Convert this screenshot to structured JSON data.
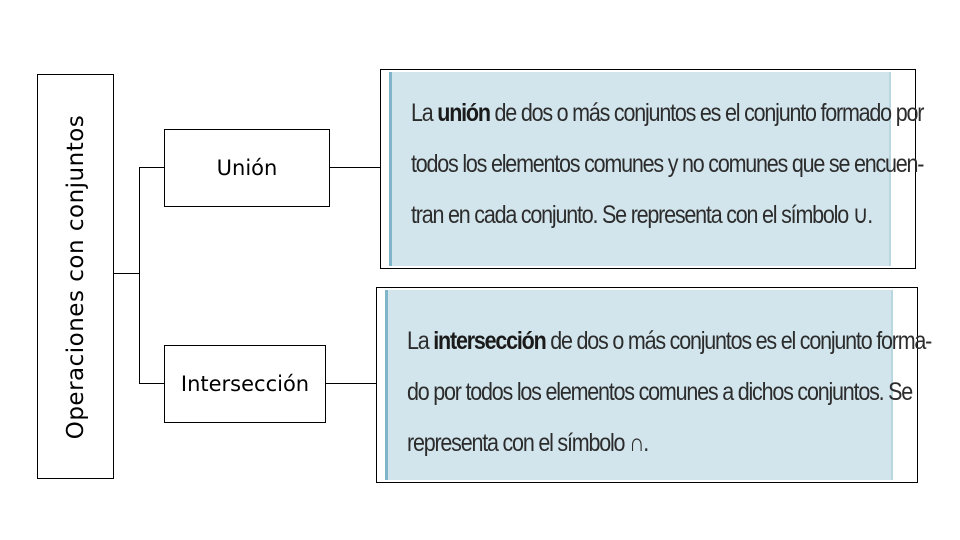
{
  "root": {
    "label": "Operaciones con conjuntos"
  },
  "branches": [
    {
      "label": "Unión",
      "definition": {
        "prefix": "La ",
        "term": "unión",
        "lines_rest": [
          " de dos o más conjuntos es el conjunto formado por",
          "todos los elementos comunes y no comunes que se encuen-",
          "tran en cada conjunto. Se representa con el símbolo ∪."
        ]
      }
    },
    {
      "label": "Intersección",
      "definition": {
        "prefix": "La ",
        "term": "intersección",
        "lines_rest": [
          " de dos o más conjuntos es el conjunto forma-",
          "do por todos los elementos comunes a dichos conjuntos. Se",
          "representa con el símbolo ∩."
        ]
      }
    }
  ]
}
